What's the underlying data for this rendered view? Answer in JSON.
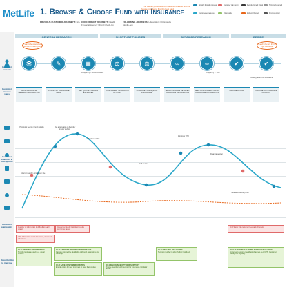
{
  "header": {
    "logo": "MetLife",
    "title": "1. Browse & Choose Fund with Insurance",
    "title_note": "* The overall proposition of customer's needs and the hassle in order to find the best fund",
    "persona_label": "PREVIOUS CUSTOMER JOURNEYS:",
    "persona_value": "N/A",
    "concurrent_label": "CONCURRENT JOURNEYS:",
    "concurrent_value": "Health Financial Literacy / Fund Check-Up",
    "following_label": "FOLLOWING JOURNEYS:",
    "following_value": "Life at Work / Claims via Mobile App"
  },
  "legend": [
    {
      "label": "Straight through process",
      "color": "#1b88b3"
    },
    {
      "label": "Customer pain point",
      "color": "#e06a6a"
    },
    {
      "label": "MetLife Owned Portal",
      "color": "#3a3a3a"
    },
    {
      "label": "Third party owned",
      "color": "#999999"
    },
    {
      "label": "Customer experience",
      "color": "#2aa7c9"
    },
    {
      "label": "Opportunity",
      "color": "#94c46a"
    },
    {
      "label": "Indirect channels",
      "color": "#e8671b"
    },
    {
      "label": "Process owner",
      "color": "#555555"
    }
  ],
  "rows": [
    {
      "label": "Customer persona"
    },
    {
      "label": "Customer process steps"
    },
    {
      "label": "Customer channels & touchpoints"
    },
    {
      "label": "Customer pain points"
    },
    {
      "label": "Opportunities to improve"
    }
  ],
  "phases": [
    {
      "label": "GENERAL RESEARCH"
    },
    {
      "label": "SHORTLIST POLICIES"
    },
    {
      "label": "DETAILED RESEARCH"
    },
    {
      "label": "DECIDE"
    }
  ],
  "bubbles": [
    {
      "text": "I want to be covered, so which one should I pick?"
    },
    {
      "text": "I need to be sure it's the right one for me"
    }
  ],
  "steps": [
    {
      "label": "BROWSE/BROWSE GENERAL INFORMATION"
    },
    {
      "label": "ASSESS MY INSURANCE NEED"
    },
    {
      "label": "GET QUOTES AND FIN ESTIMATES"
    },
    {
      "label": "COMPARE MY INSURANCE OPTIONS"
    },
    {
      "label": "COMPARE FUNDS (INCL. INSURANCE)"
    },
    {
      "label": "SEEK FOR MORE DETAILED INSURANCE INFORMATION"
    },
    {
      "label": "SEEK FOR MORE DETAILED INSURANCE INFORMATION"
    },
    {
      "label": "CHOOSE A FUND"
    },
    {
      "label": "CHOOSE AN INSURANCE PRODUCT"
    }
  ],
  "frequency_note": "Frequency = 'Low/Moderate'",
  "frequency_note2": "Frequency = 'Low'",
  "decide_note": "Fulfilling additional insurance",
  "channel_notes": [
    {
      "text": "Pain point: search / Fund website"
    },
    {
      "text": "Use a calculator on MetLife / insurer website"
    },
    {
      "text": "Brochure / PDS"
    },
    {
      "text": "Call Centre"
    },
    {
      "text": "Internet search / comparison site"
    },
    {
      "text": "Employer / HR"
    },
    {
      "text": "Financial adviser"
    },
    {
      "text": "MetLife customer portal"
    }
  ],
  "pain_points": [
    {
      "text": "Quantity of information is difficult to read / digest"
    },
    {
      "text": "Little information about insurance, or not well advertised"
    },
    {
      "text": "Insurance Needs Calculator results cannot be saved"
    },
    {
      "text": "Find Super: No customer feedback channels"
    }
  ],
  "opportunities": [
    {
      "title": "O1.1 SIMPLIFY INFORMATION",
      "text": "Simplify language used (e.g. visual drivers)"
    },
    {
      "title": "O1.2 CAPTURE PROSPECTIVE DETAILS",
      "text": "Capture prospective details for outbound campaigns and follow-up"
    },
    {
      "title": "O1.3 SAVE CUSTOMER QUOTES",
      "text": "Enable option for new members to save their quotes"
    },
    {
      "title": "O1.4 INSURANCE OPTIONS SUPPORT",
      "text": "Provide members with support for insurance calculator results"
    },
    {
      "title": "O1.5 FIND MY LOST SUPER",
      "text": "Support member to identify their lost funds"
    },
    {
      "title": "O1.6 CUSTOMER EUROPE FEEDBACK CHANNEL",
      "text": "Implement customer feedback channels, e.g. NPS, Customer surveys on regularly"
    }
  ]
}
